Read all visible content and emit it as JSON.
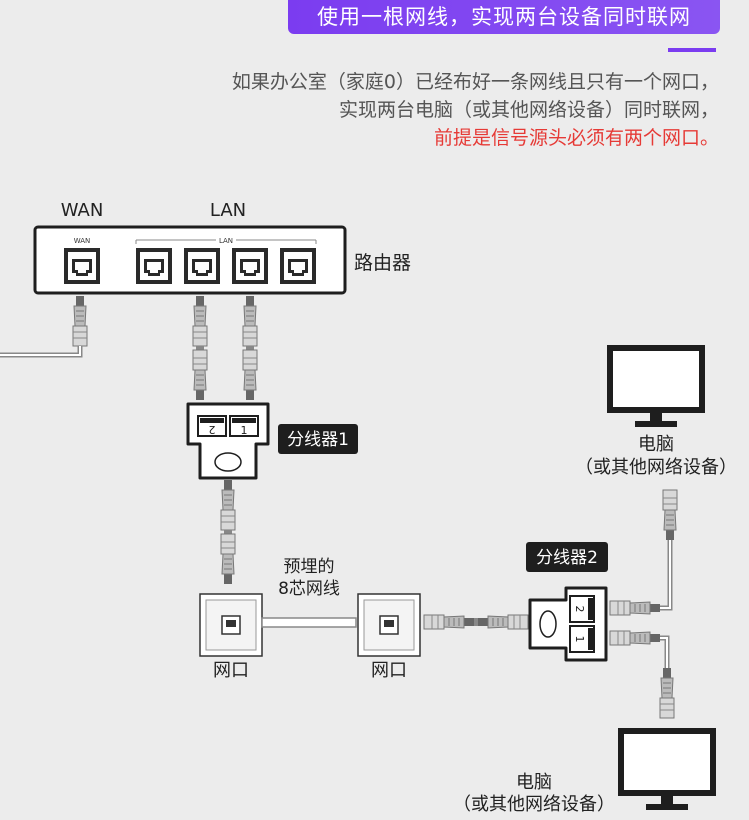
{
  "title": "使用一根网线，实现两台设备同时联网",
  "intro": {
    "line1": "如果办公室（家庭0）已经布好一条网线且只有一个网口，",
    "line2": "实现两台电脑（或其他网络设备）同时联网，",
    "line3": "前提是信号源头必须有两个网口。"
  },
  "router": {
    "wan_label": "WAN",
    "lan_label": "LAN",
    "wan_small": "WAN",
    "lan_small": "LAN",
    "name": "路由器"
  },
  "splitter1": {
    "label": "分线器1",
    "port1": "1",
    "port2": "2"
  },
  "splitter2": {
    "label": "分线器2",
    "port1": "1",
    "port2": "2"
  },
  "cable": {
    "line1": "预埋的",
    "line2": "8芯网线"
  },
  "wall_port_left": {
    "label": "网口"
  },
  "wall_port_right": {
    "label": "网口"
  },
  "computer_top": {
    "line1": "电脑",
    "line2": "（或其他网络设备）"
  },
  "computer_bottom": {
    "line1": "电脑",
    "line2": "（或其他网络设备）"
  },
  "colors": {
    "accent": "#7b3cf0",
    "warning": "#e63a36",
    "dark": "#1e1e1e"
  }
}
